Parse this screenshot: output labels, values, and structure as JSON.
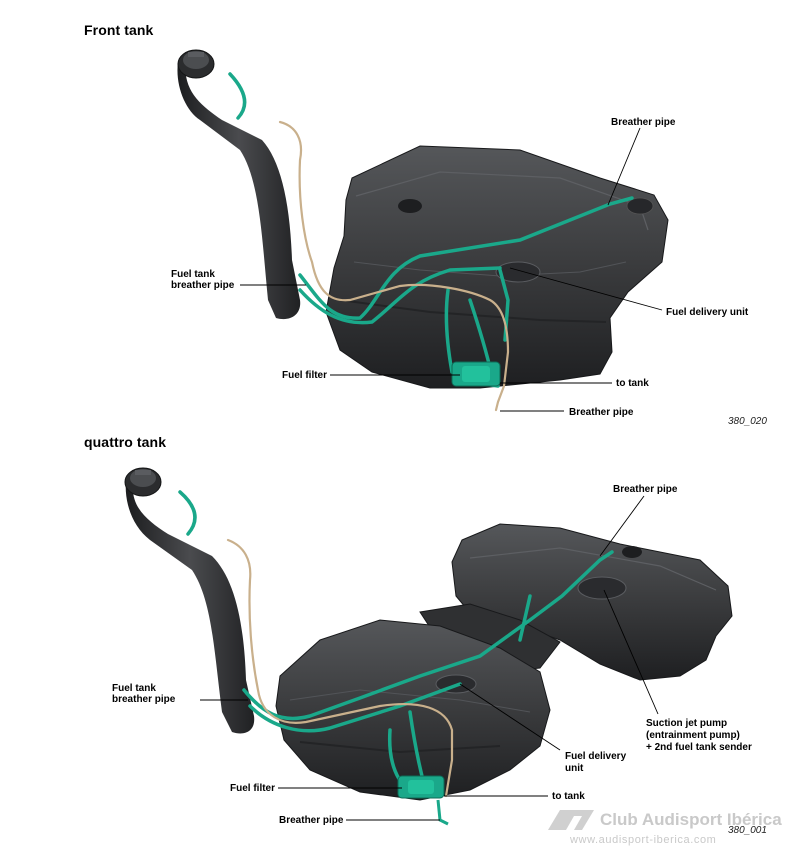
{
  "front": {
    "title": "Front tank",
    "labels": {
      "breather_pipe_top": "Breather pipe",
      "fuel_tank_breather_1": "Fuel tank",
      "fuel_tank_breather_2": "breather pipe",
      "fuel_delivery_unit": "Fuel delivery unit",
      "fuel_filter": "Fuel filter",
      "to_tank": "to tank",
      "breather_pipe_bottom": "Breather pipe"
    },
    "figure_id": "380_020"
  },
  "quattro": {
    "title": "quattro tank",
    "labels": {
      "breather_pipe_top": "Breather pipe",
      "fuel_tank_breather_1": "Fuel tank",
      "fuel_tank_breather_2": "breather pipe",
      "suction_jet_1": "Suction jet pump",
      "suction_jet_2": "(entrainment pump)",
      "suction_jet_3": "+ 2nd fuel tank sender",
      "fuel_delivery_1": "Fuel delivery",
      "fuel_delivery_2": "unit",
      "fuel_filter": "Fuel filter",
      "to_tank": "to tank",
      "breather_pipe_bottom": "Breather pipe"
    },
    "figure_id": "380_001"
  },
  "watermark": {
    "name": "Club Audisport Ibérica",
    "url": "www.audisport-iberica.com"
  },
  "colors": {
    "tank": "#3a3b3d",
    "tank_dark": "#202123",
    "pipe_green": "#1aa88a",
    "pipe_beige": "#c9b08c"
  }
}
